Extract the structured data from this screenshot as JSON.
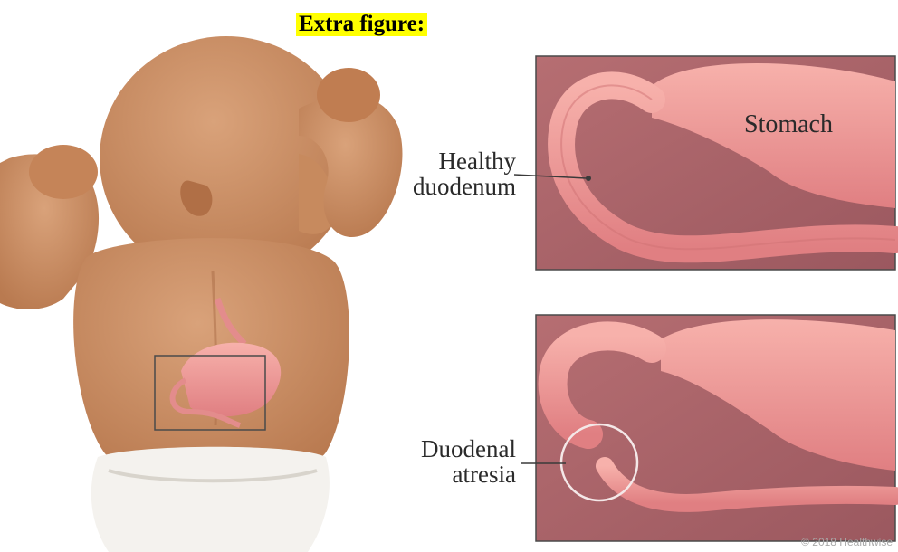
{
  "caption": "Extra figure:",
  "labels": {
    "healthy_line1": "Healthy",
    "healthy_line2": "duodenum",
    "stomach": "Stomach",
    "atresia_line1": "Duodenal",
    "atresia_line2": "atresia"
  },
  "credit": "© 2018 Healthwise",
  "colors": {
    "skin": "#c78a5e",
    "panel_bg": "#a8646a",
    "organ": "#e88f8f",
    "highlight": "#ffff00"
  }
}
